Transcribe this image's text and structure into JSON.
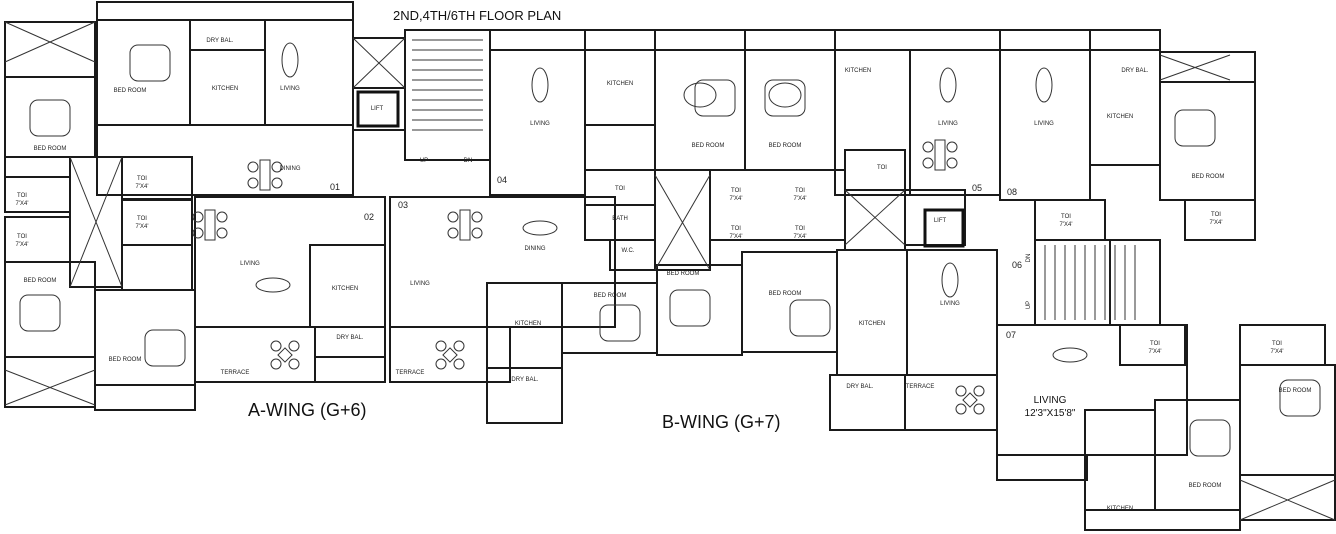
{
  "title": "2ND,4TH/6TH  FLOOR PLAN",
  "wings": {
    "a": "A-WING  (G+6)",
    "b": "B-WING (G+7)"
  },
  "units": [
    "01",
    "02",
    "03",
    "04",
    "05",
    "06",
    "06",
    "07",
    "08"
  ],
  "rooms": {
    "bed": "BED ROOM",
    "kitchen": "KITCHEN",
    "living": "LIVING",
    "dining": "DINING",
    "toi": "TOI",
    "toi_dim": "7'X4'",
    "bath": "BATH",
    "wc": "W.C.",
    "lift": "LIFT",
    "up": "UP",
    "dn": "DN",
    "terrace": "TERRACE",
    "dry_bal": "DRY BAL.",
    "living_07_dim": "12'3\"X15'8\""
  },
  "colors": {
    "line": "#1a1a1a",
    "background": "#ffffff"
  }
}
